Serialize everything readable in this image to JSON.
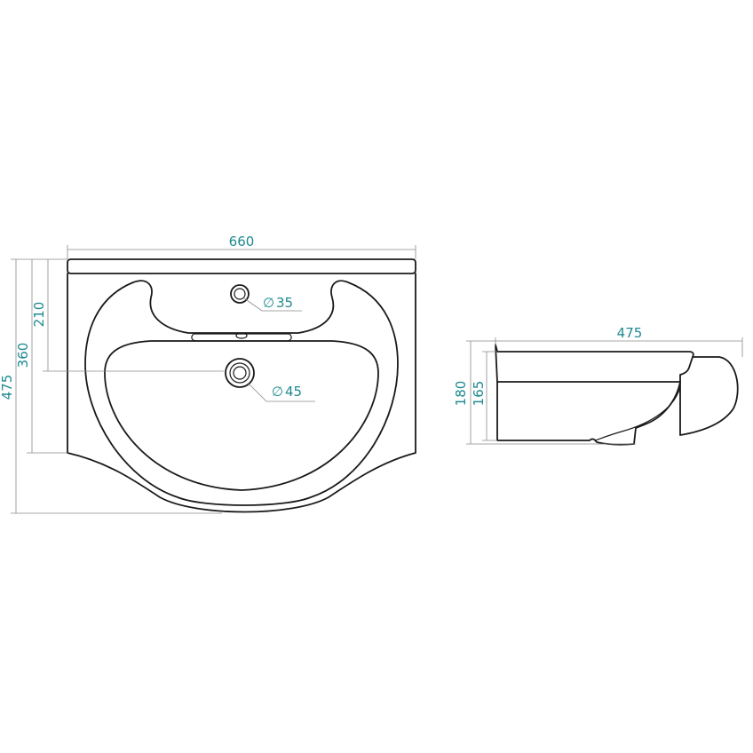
{
  "colors": {
    "outline": "#1a1a1a",
    "dimension_line": "#8a8a8a",
    "dimension_text": "#1e8a90"
  },
  "top_view": {
    "overall_width": "660",
    "overall_depth": "475",
    "depth_to_bowl_edge": "360",
    "depth_to_drain": "210",
    "tap_hole_diameter": "35",
    "drain_diameter": "45",
    "diameter_symbol": "∅"
  },
  "side_view": {
    "depth": "475",
    "total_height": "180",
    "bowl_height": "165"
  }
}
